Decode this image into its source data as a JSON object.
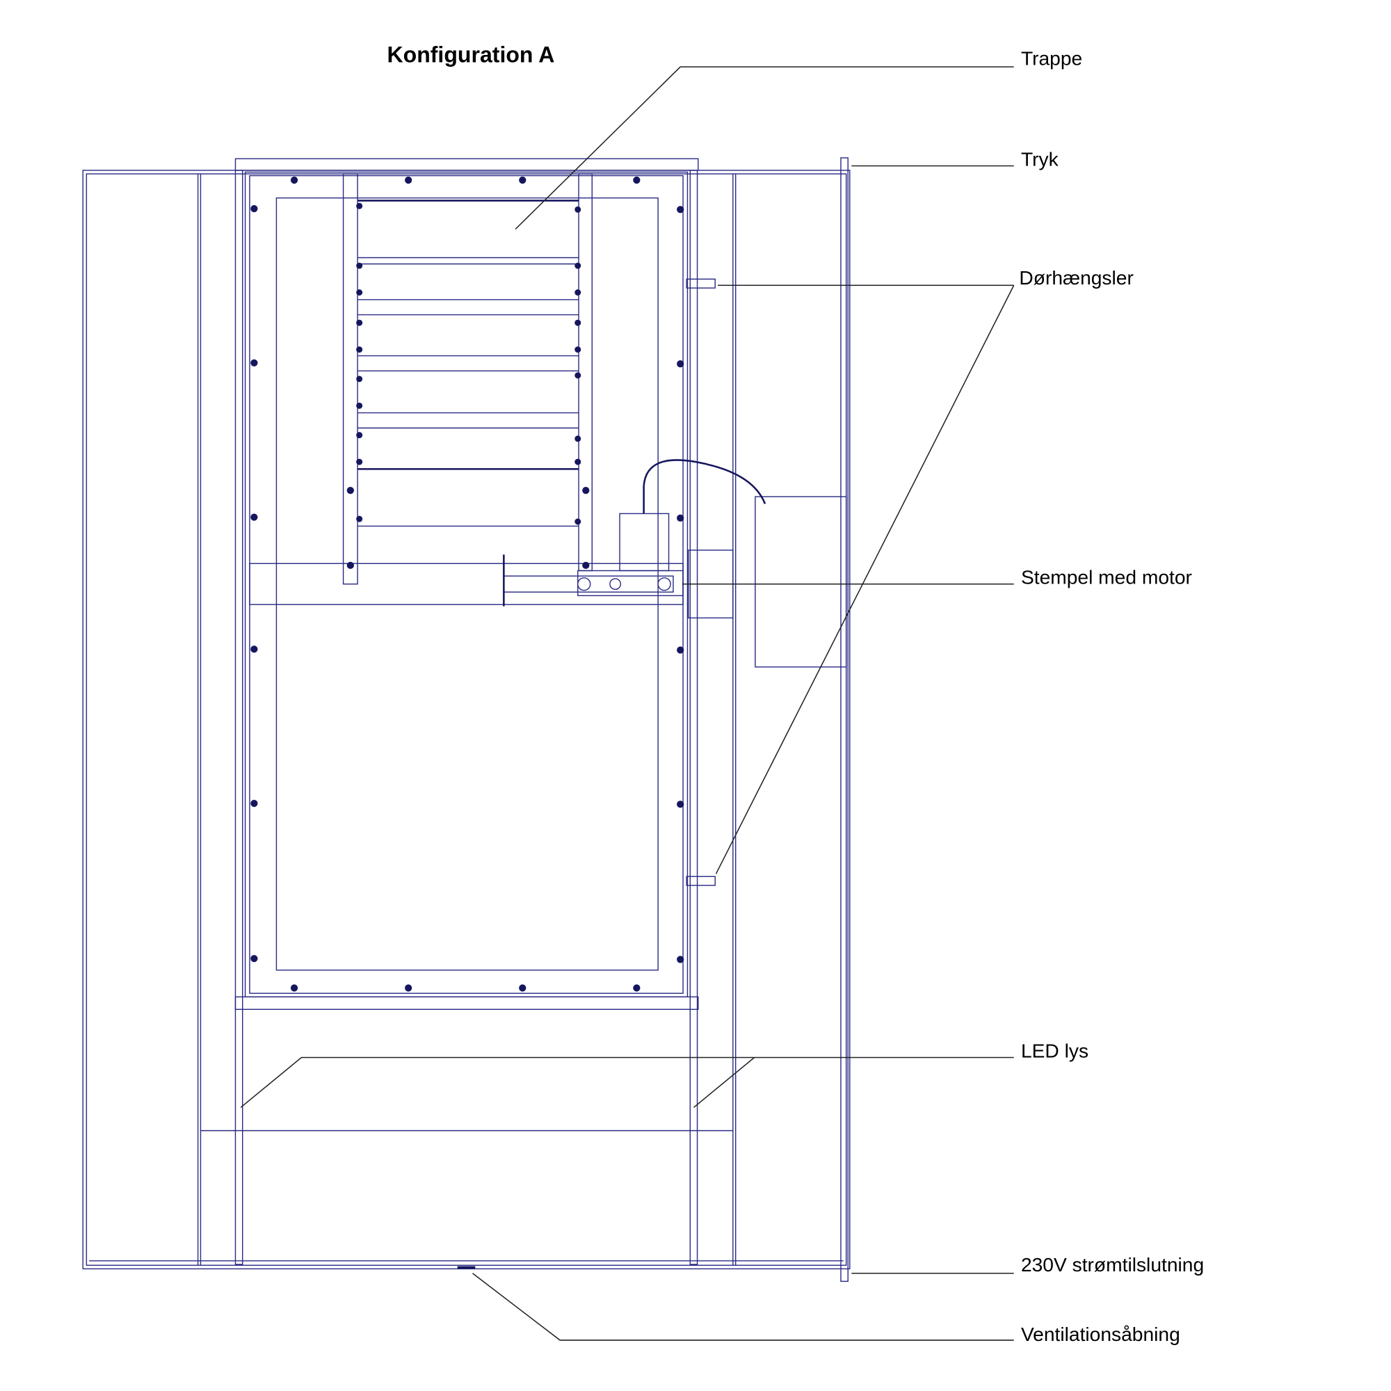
{
  "title": "Konfiguration A",
  "labels": {
    "trappe": "Trappe",
    "tryk": "Tryk",
    "dorhaengsler": "Dørhængsler",
    "stempel": "Stempel med motor",
    "led": "LED lys",
    "power": "230V strømtilslutning",
    "ventilation": "Ventilationsåbning"
  },
  "colors": {
    "drawing": "#2a2a85",
    "leader": "#222222"
  }
}
